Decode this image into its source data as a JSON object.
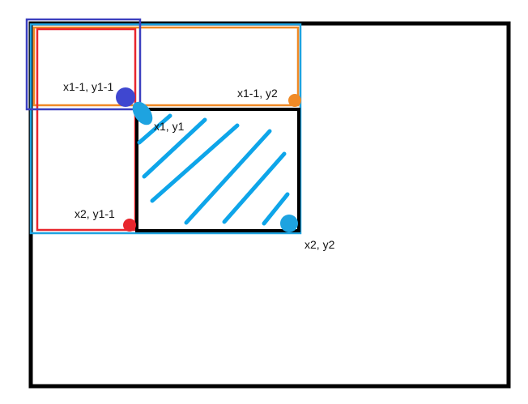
{
  "colors": {
    "outer": "#000000",
    "red": "#e8262d",
    "navy": "#3b3fbf",
    "light_blue": "#1ea3e0",
    "orange": "#f08a26",
    "hatch": "#0ea5e9",
    "dot_blue_dark": "#3f47d0",
    "dot_blue_light": "#1ea3e0",
    "dot_orange": "#f08a26",
    "dot_red": "#e8262d"
  },
  "labels": {
    "top_left": "x1-1, y1-1",
    "top_right": "x1-1, y2",
    "inner_top_left": "x1, y1",
    "bottom_left": "x2, y1-1",
    "bottom_right": "x2, y2"
  }
}
